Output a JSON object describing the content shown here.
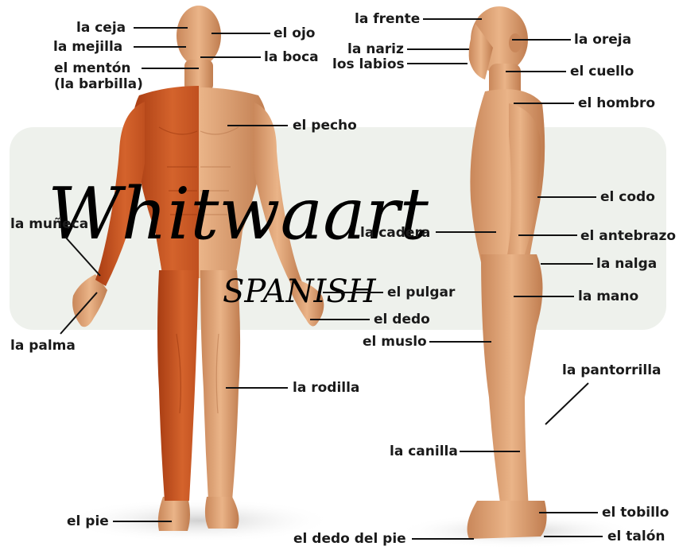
{
  "watermark": {
    "brand": "Whitwaart",
    "sub": "SPANISH"
  },
  "colors": {
    "skin": "#e3a376",
    "skin_dark": "#b8744a",
    "muscle": "#c84e1c",
    "line": "#111111"
  },
  "labels": {
    "ceja": "la ceja",
    "mejilla": "la mejilla",
    "menton": "el mentón",
    "barbilla": "(la barbilla)",
    "ojo": "el ojo",
    "boca": "la boca",
    "pecho": "el pecho",
    "muneca": "la muñeca",
    "palma": "la palma",
    "pulgar": "el pulgar",
    "dedo": "el dedo",
    "rodilla": "la rodilla",
    "pie": "el pie",
    "frente": "la frente",
    "nariz": "la nariz",
    "labios": "los labios",
    "oreja": "la oreja",
    "cuello": "el cuello",
    "hombro": "el hombro",
    "codo": "el codo",
    "cadera": "la cadera",
    "antebrazo": "el antebrazo",
    "nalga": "la nalga",
    "mano": "la mano",
    "muslo": "el muslo",
    "pantorrilla": "la pantorrilla",
    "canilla": "la canilla",
    "tobillo": "el tobillo",
    "dedo_pie": "el dedo del pie",
    "talon": "el talón"
  }
}
